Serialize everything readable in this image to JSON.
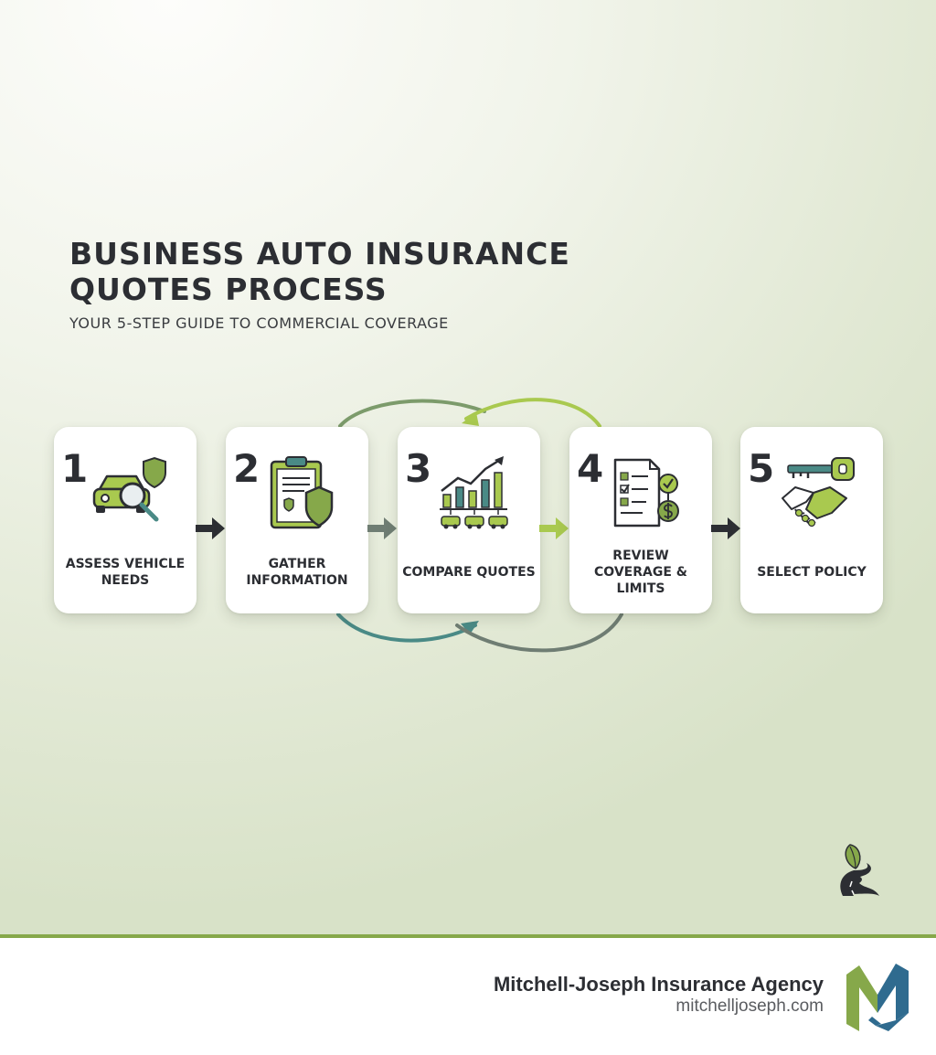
{
  "header": {
    "title": "BUSINESS AUTO INSURANCE QUOTES PROCESS",
    "subtitle": "YOUR 5-STEP GUIDE TO COMMERCIAL COVERAGE"
  },
  "steps": [
    {
      "number": "1",
      "label": "ASSESS VEHICLE NEEDS",
      "icon": "car-magnifier-shield-icon"
    },
    {
      "number": "2",
      "label": "GATHER INFORMATION",
      "icon": "clipboard-shield-icon"
    },
    {
      "number": "3",
      "label": "COMPARE QUOTES",
      "icon": "bar-chart-cars-icon"
    },
    {
      "number": "4",
      "label": "REVIEW COVERAGE & LIMITS",
      "icon": "checklist-dollar-icon"
    },
    {
      "number": "5",
      "label": "SELECT POLICY",
      "icon": "key-handshake-icon"
    }
  ],
  "footer": {
    "agency": "Mitchell-Joseph Insurance Agency",
    "url": "mitchelljoseph.com",
    "logo_icon": "mj-logo-icon",
    "accent_rule_color": "#86a84a"
  },
  "colors": {
    "olive_green": "#86a84a",
    "lime": "#a9c94f",
    "teal": "#4a8a86",
    "slate": "#2c2e33"
  }
}
